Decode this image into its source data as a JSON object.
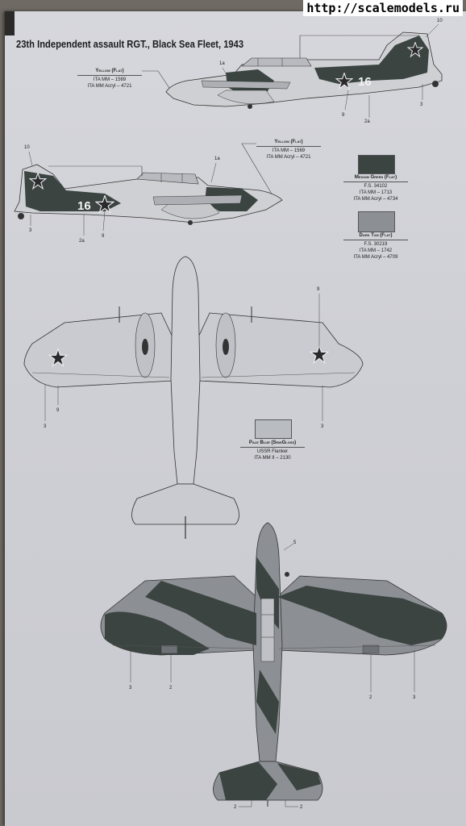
{
  "watermark": "http://scalemodels.ru",
  "title": "23th Independent assault RGT., Black Sea Fleet, 1943",
  "colors": {
    "medium_green": "#3b4440",
    "dark_tan": "#8c8f94",
    "pale_blue": "#b9bcc1",
    "yellow": "#d7d8dc"
  },
  "paints": {
    "yellow_top": {
      "name": "Yellow (Flat)",
      "line1": "ITA MM – 1569",
      "line2": "ITA MM Acryl – 4721"
    },
    "yellow_side": {
      "name": "Yellow (Flat)",
      "line1": "ITA MM – 1569",
      "line2": "ITA MM Acryl – 4721"
    },
    "medium_green": {
      "name": "Medium Green (Flat)",
      "line1": "F.S. 34102",
      "line2": "ITA MM – 1713",
      "line3": "ITA MM Acryl – 4734"
    },
    "dark_tan": {
      "name": "Dark Tan (Flat)",
      "line1": "F.S. 30219",
      "line2": "ITA MM – 1742",
      "line3": "ITA MM Acryl – 4709"
    },
    "pale_blue": {
      "name": "Pale Blue (SemiGloss)",
      "line1": "USSR Flanker",
      "line2": "ITA MM II – 2130"
    }
  },
  "aircraft_number": "16",
  "callouts": {
    "c10": "10",
    "c1a": "1a",
    "c2a": "2a",
    "c3": "3",
    "c9": "9",
    "c5": "5",
    "c2": "2"
  }
}
